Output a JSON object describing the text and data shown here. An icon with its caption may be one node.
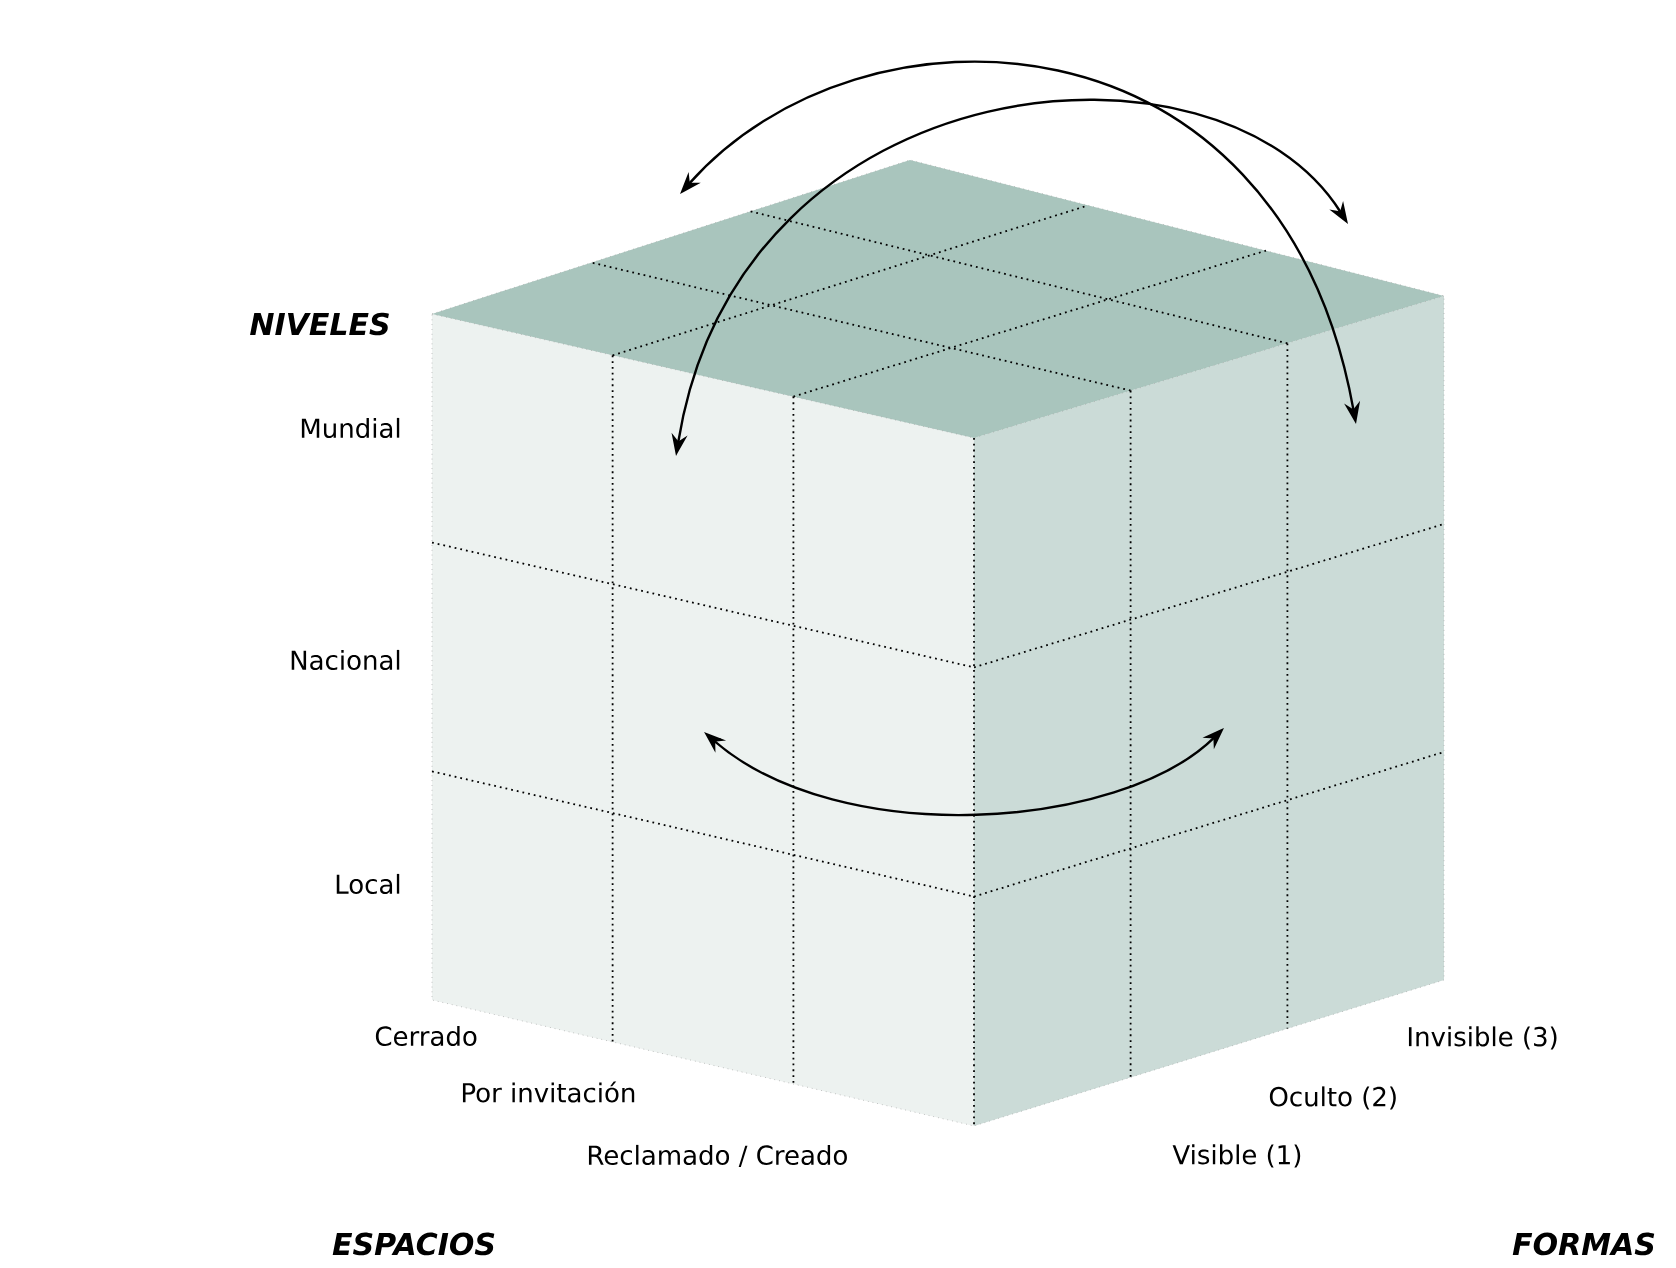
{
  "diagram": {
    "labels": [
      "NIVELES",
      "Mundial",
      "Nacional",
      "Local",
      "Cerrado",
      "Por invitación",
      "Reclamado / Creado",
      "Visible (1)",
      "Oculto (2)",
      "Invisible (3)",
      "ESPACIOS",
      "FORMAS"
    ]
  }
}
